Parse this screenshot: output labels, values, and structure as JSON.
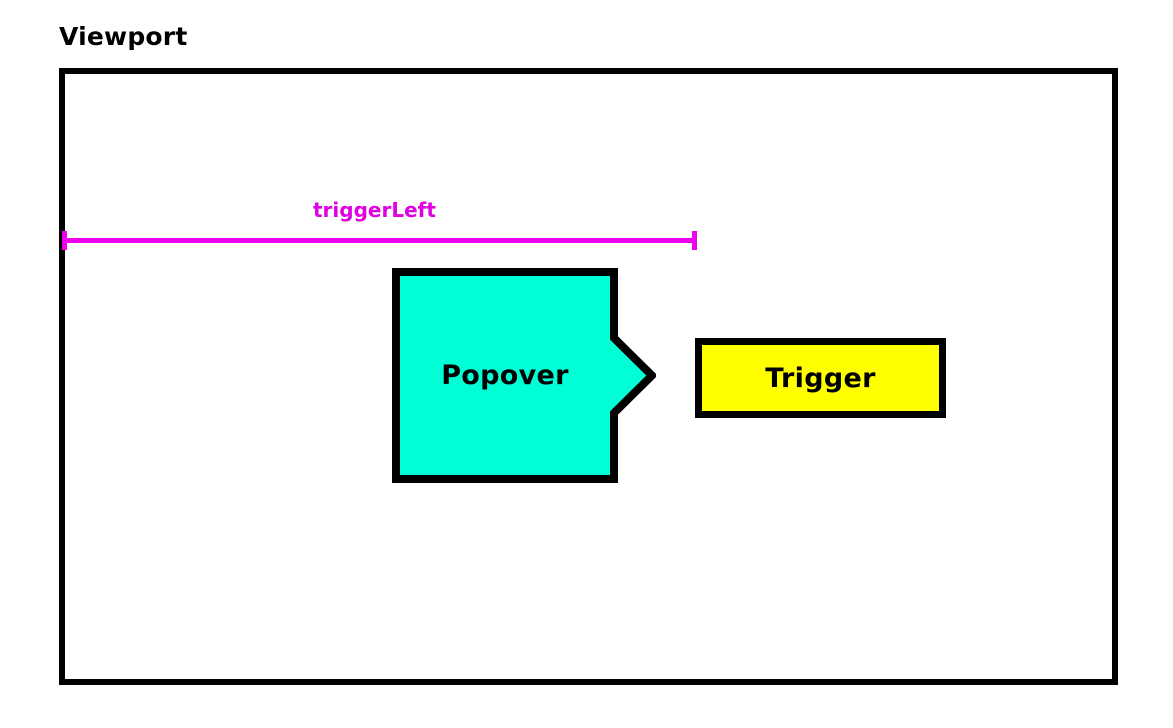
{
  "diagram": {
    "title": "Viewport",
    "background_color": "#ffffff",
    "viewport": {
      "label": "Viewport",
      "border_color": "#000000",
      "fill_color": "#ffffff"
    },
    "measurement": {
      "name": "triggerLeft",
      "label": "triggerLeft",
      "color": "#ee00ee"
    },
    "popover": {
      "label": "Popover",
      "fill_color": "#00ffd5",
      "border_color": "#000000",
      "arrow_direction": "right"
    },
    "trigger": {
      "label": "Trigger",
      "fill_color": "#ffff00",
      "border_color": "#000000"
    }
  }
}
